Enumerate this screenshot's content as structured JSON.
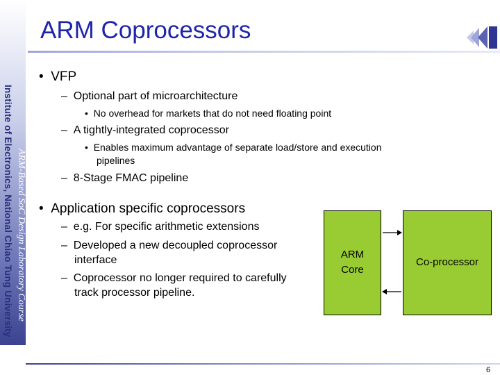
{
  "slide": {
    "title": "ARM Coprocessors",
    "sidebar_institution": "Institute of Electronics, National Chiao Tung University",
    "sidebar_course": "ARM-Based SoC Design Laboratory Course",
    "page_number": "6"
  },
  "content": {
    "bullet_vfp": "VFP",
    "vfp_sub1": "Optional part of microarchitecture",
    "vfp_sub1_detail": "No overhead for markets that do not need floating point",
    "vfp_sub2": "A tightly-integrated coprocessor",
    "vfp_sub2_detail_line1": "Enables maximum advantage of separate load/store and execution",
    "vfp_sub2_detail_line2": "pipelines",
    "vfp_sub3": "8-Stage FMAC pipeline",
    "bullet_app": "Application specific coprocessors",
    "app_sub1": "e.g. For specific arithmetic extensions",
    "app_sub2_line1": "Developed a new decoupled coprocessor",
    "app_sub2_line2": "interface",
    "app_sub3_line1": "Coprocessor no longer required to carefully",
    "app_sub3_line2": "track processor pipeline."
  },
  "diagram": {
    "arm_core_line1": "ARM",
    "arm_core_line2": "Core",
    "coprocessor_label": "Co-processor",
    "box_color": "#99cc33"
  },
  "colors": {
    "title": "#1f25a8",
    "sidebar_dark": "#3b4290"
  }
}
